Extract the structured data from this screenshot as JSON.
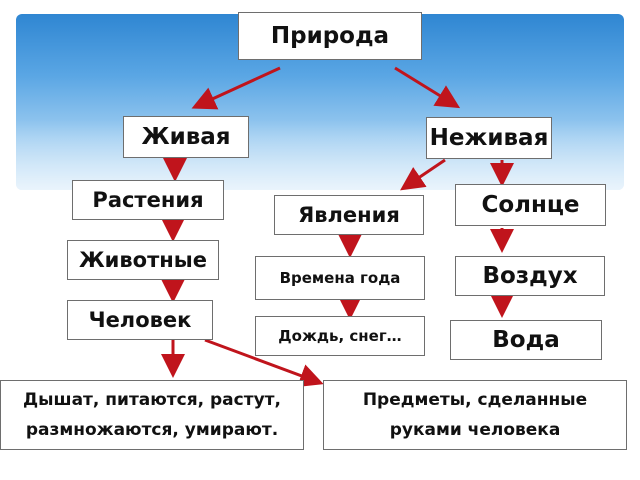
{
  "colors": {
    "arrow": "#c0141c",
    "sky_top": "#2f86d2",
    "box_border": "#6e6e6e"
  },
  "nodes": {
    "root": "Природа",
    "living": "Живая",
    "nonliving": "Неживая",
    "plants": "Растения",
    "animals": "Животные",
    "human": "Человек",
    "phenomena": "Явления",
    "seasons": "Времена года",
    "rain_snow": "Дождь, снег…",
    "sun": "Солнце",
    "air": "Воздух",
    "water": "Вода",
    "traits_line1": "Дышат, питаются, растут,",
    "traits_line2": "размножаются, умирают.",
    "objects_line1": "Предметы, сделанные",
    "objects_line2": "руками человека"
  }
}
